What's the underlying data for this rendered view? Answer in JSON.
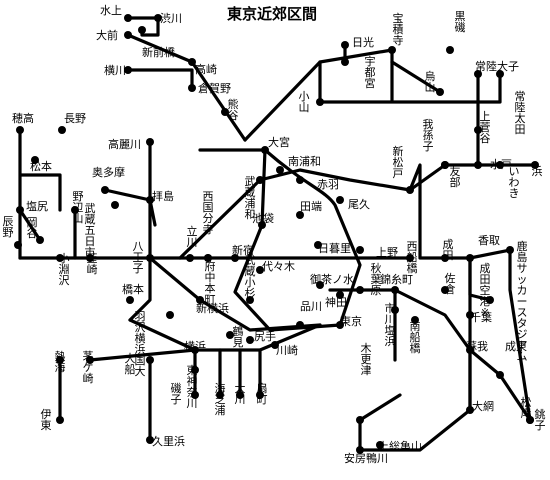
{
  "title": "東京近郊区間",
  "stations": [
    {
      "id": "mizukami",
      "name": "水上"
    },
    {
      "id": "shibukawa",
      "name": "渋川"
    },
    {
      "id": "omae",
      "name": "大前"
    },
    {
      "id": "shinmaebashi",
      "name": "新前橋"
    },
    {
      "id": "takasaki",
      "name": "高崎"
    },
    {
      "id": "yokokawa",
      "name": "横川"
    },
    {
      "id": "kuragano",
      "name": "倉賀野"
    },
    {
      "id": "kumagaya",
      "name": "熊谷"
    },
    {
      "id": "nikko",
      "name": "日光"
    },
    {
      "id": "utsunomiya",
      "name": "宇都宮"
    },
    {
      "id": "hoshakuji",
      "name": "宝積寺"
    },
    {
      "id": "karasuyama",
      "name": "烏山"
    },
    {
      "id": "kuroiso",
      "name": "黒磯"
    },
    {
      "id": "oyama",
      "name": "小山"
    },
    {
      "id": "hitachidaigo",
      "name": "常陸大子"
    },
    {
      "id": "hitachiota",
      "name": "常陸太田"
    },
    {
      "id": "kamisugaya",
      "name": "上菅谷"
    },
    {
      "id": "mito",
      "name": "水戸"
    },
    {
      "id": "iwaki",
      "name": "いわき"
    },
    {
      "id": "tomobe",
      "name": "友部"
    },
    {
      "id": "hama",
      "name": "浜"
    },
    {
      "id": "abikoo",
      "name": "我孫子"
    },
    {
      "id": "shinmatsudo",
      "name": "新松戸"
    },
    {
      "id": "hotaka",
      "name": "穂高"
    },
    {
      "id": "nagano",
      "name": "長野"
    },
    {
      "id": "matsumoto",
      "name": "松本"
    },
    {
      "id": "shiojiri",
      "name": "塩尻"
    },
    {
      "id": "tatsuno",
      "name": "辰野"
    },
    {
      "id": "okaya",
      "name": "岡谷"
    },
    {
      "id": "nobeyama",
      "name": "野辺山"
    },
    {
      "id": "kobuchizawa",
      "name": "小淵沢"
    },
    {
      "id": "nirasaki",
      "name": "韮崎"
    },
    {
      "id": "komagawa",
      "name": "高麗川"
    },
    {
      "id": "okutama",
      "name": "奥多摩"
    },
    {
      "id": "haijima",
      "name": "拝島"
    },
    {
      "id": "musashiitsukaichi",
      "name": "武蔵五日市"
    },
    {
      "id": "hachioji",
      "name": "八王子"
    },
    {
      "id": "tachikawa",
      "name": "立川"
    },
    {
      "id": "nishikokubunji",
      "name": "西国分寺"
    },
    {
      "id": "fuchuhommachi",
      "name": "府中本町"
    },
    {
      "id": "omiya",
      "name": "大宮"
    },
    {
      "id": "minamiurawa",
      "name": "南浦和"
    },
    {
      "id": "musashiurawa",
      "name": "武蔵浦和"
    },
    {
      "id": "akabane",
      "name": "赤羽"
    },
    {
      "id": "oku",
      "name": "尾久"
    },
    {
      "id": "ikebukuro",
      "name": "池袋"
    },
    {
      "id": "tabata",
      "name": "田端"
    },
    {
      "id": "nippori",
      "name": "日暮里"
    },
    {
      "id": "ueno",
      "name": "上野"
    },
    {
      "id": "shinjuku",
      "name": "新宿"
    },
    {
      "id": "yoyogi",
      "name": "代々木"
    },
    {
      "id": "ochanomizu",
      "name": "御茶ノ水"
    },
    {
      "id": "kinshicho",
      "name": "錦糸町"
    },
    {
      "id": "kanda",
      "name": "神田"
    },
    {
      "id": "akihabara",
      "name": "秋葉原"
    },
    {
      "id": "tokyo",
      "name": "東京"
    },
    {
      "id": "shinagawa",
      "name": "品川"
    },
    {
      "id": "musashikosugi",
      "name": "武蔵小杉"
    },
    {
      "id": "hashimoto",
      "name": "橋本"
    },
    {
      "id": "shinyokohama",
      "name": "新横浜"
    },
    {
      "id": "hazawa",
      "name": "羽沢横浜国大"
    },
    {
      "id": "tsurumi",
      "name": "鶴見"
    },
    {
      "id": "shiriate",
      "name": "尻手"
    },
    {
      "id": "kawasaki",
      "name": "川崎"
    },
    {
      "id": "yokohama",
      "name": "横浜"
    },
    {
      "id": "higashikanagawa",
      "name": "東神奈川"
    },
    {
      "id": "isogo",
      "name": "磯子"
    },
    {
      "id": "umishibaura",
      "name": "海芝浦"
    },
    {
      "id": "okawa",
      "name": "大川"
    },
    {
      "id": "ogimachi",
      "name": "扇町"
    },
    {
      "id": "atami",
      "name": "熱海"
    },
    {
      "id": "ito",
      "name": "伊東"
    },
    {
      "id": "chigasaki",
      "name": "茅ケ崎"
    },
    {
      "id": "ofuna",
      "name": "大船"
    },
    {
      "id": "kurihama",
      "name": "久里浜"
    },
    {
      "id": "nishifunabashi",
      "name": "西船橋"
    },
    {
      "id": "ichikawashiohama",
      "name": "市川塩浜"
    },
    {
      "id": "minamifunabashi",
      "name": "南船橋"
    },
    {
      "id": "narita",
      "name": "成田"
    },
    {
      "id": "sawara",
      "name": "佐倉"
    },
    {
      "id": "katori",
      "name": "香取"
    },
    {
      "id": "kashimasoccer",
      "name": "鹿島サッカースタジアム"
    },
    {
      "id": "naritaairport",
      "name": "成田空港※"
    },
    {
      "id": "chiba",
      "name": "千葉"
    },
    {
      "id": "soga",
      "name": "蘇我"
    },
    {
      "id": "narutou",
      "name": "成東"
    },
    {
      "id": "matsugishi",
      "name": "松岸"
    },
    {
      "id": "choshi",
      "name": "銚子"
    },
    {
      "id": "oami",
      "name": "大網"
    },
    {
      "id": "kisarazu",
      "name": "木更津"
    },
    {
      "id": "kazusaichinomiya",
      "name": "上総亀山"
    },
    {
      "id": "awakamogawa",
      "name": "安房鴨川"
    }
  ]
}
